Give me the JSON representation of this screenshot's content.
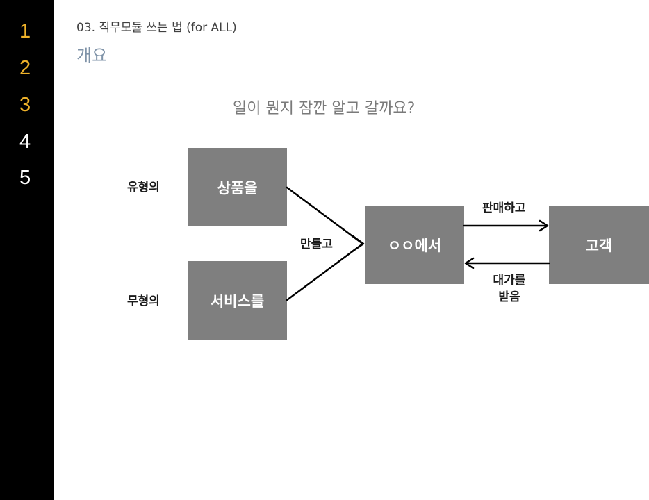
{
  "sidebar": {
    "items": [
      {
        "label": "1",
        "color": "#f0b32a"
      },
      {
        "label": "2",
        "color": "#f0b32a"
      },
      {
        "label": "3",
        "color": "#f0b32a"
      },
      {
        "label": "4",
        "color": "#ffffff"
      },
      {
        "label": "5",
        "color": "#ffffff"
      }
    ]
  },
  "header": {
    "breadcrumb": "03. 직무모듈 쓰는 법 (for ALL)",
    "title": "개요"
  },
  "diagram": {
    "question": "일이 뭔지 잠깐 알고 갈까요?",
    "labels": {
      "tangible": "유형의",
      "intangible": "무형의",
      "make": "만들고",
      "sell": "판매하고",
      "receive_line1": "대가를",
      "receive_line2": "받음"
    },
    "boxes": {
      "product": "상품을",
      "service": "서비스를",
      "company": "ㅇㅇ에서",
      "customer": "고객"
    },
    "colors": {
      "box": "#7f7f7f",
      "arrow": "#000000"
    }
  }
}
